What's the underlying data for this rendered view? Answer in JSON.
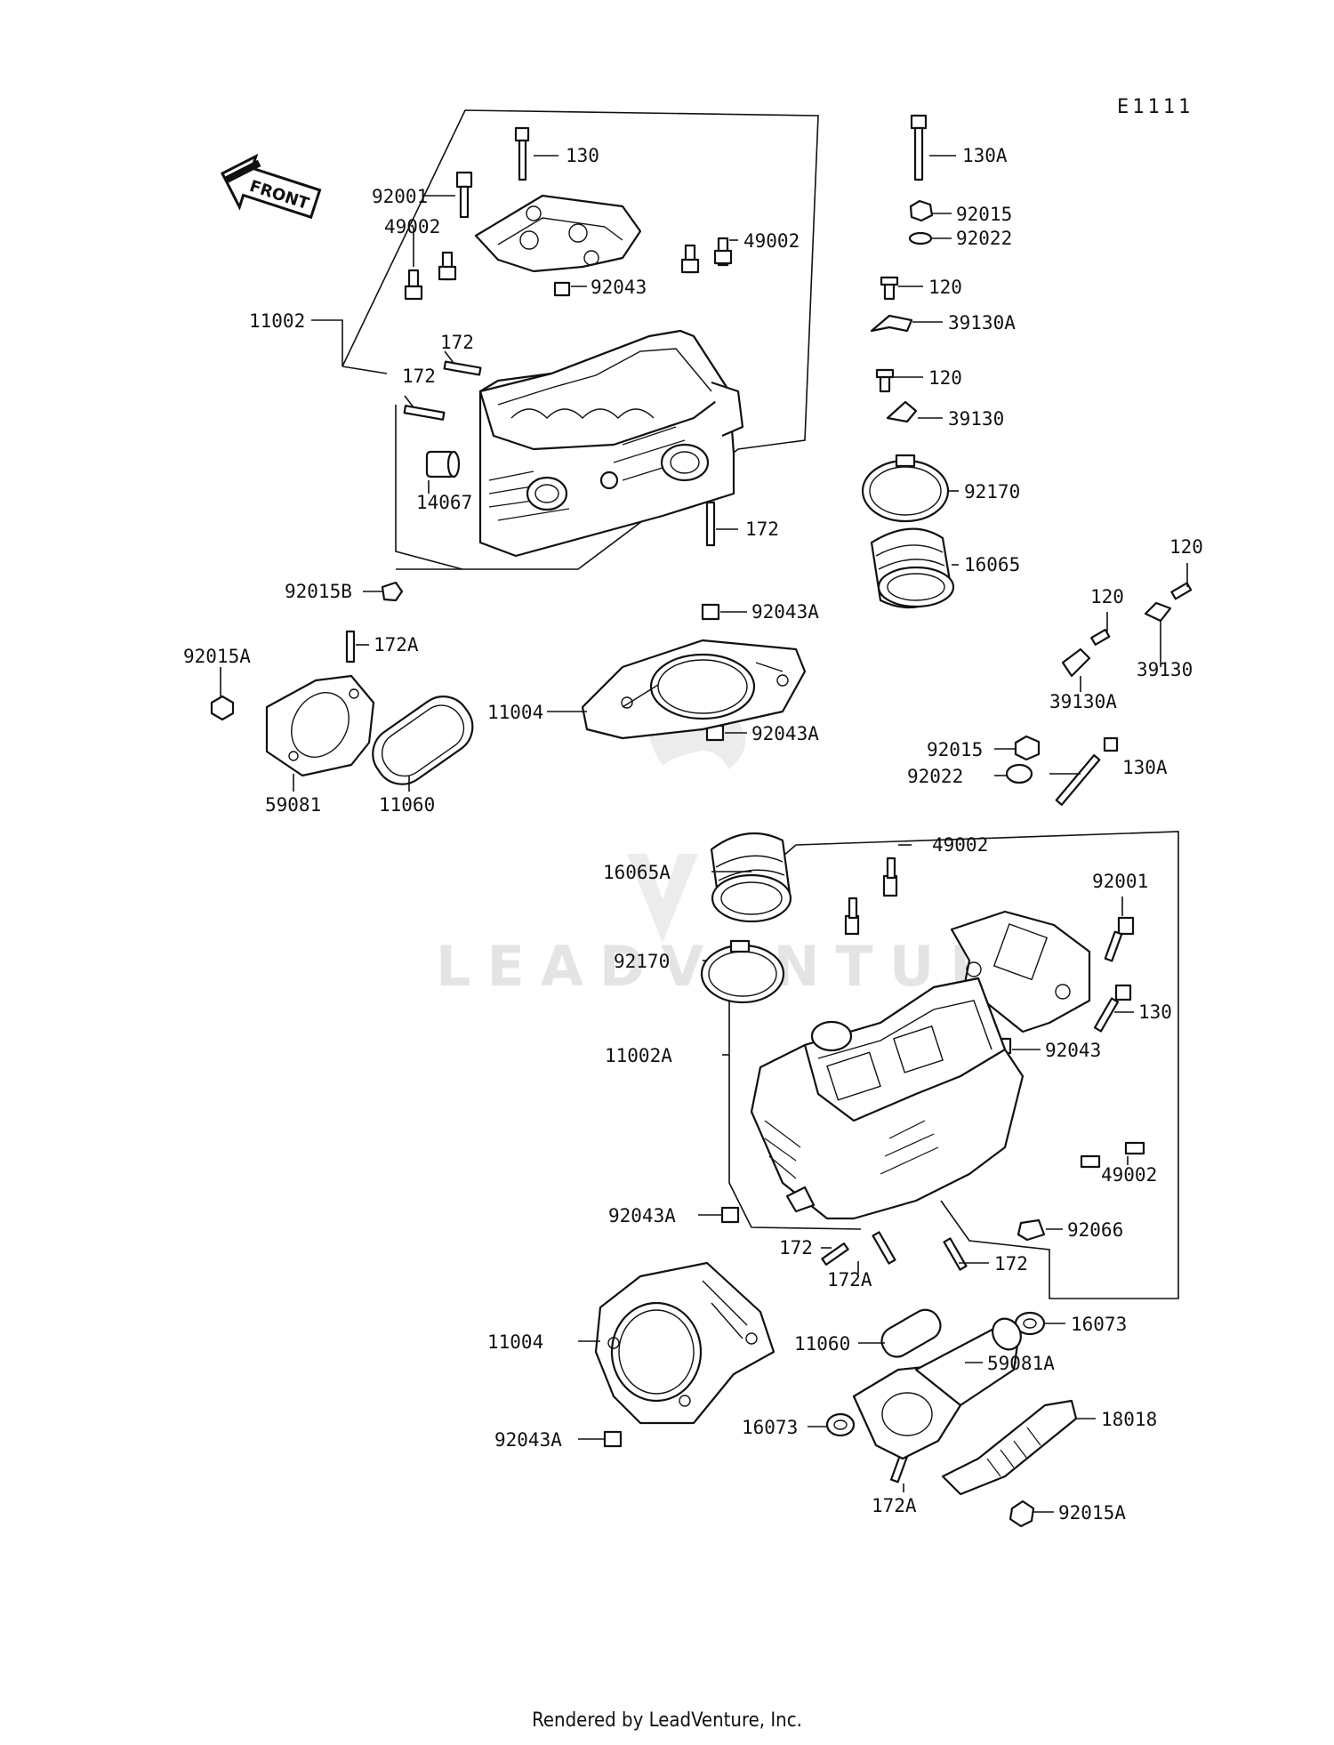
{
  "diagram_code": "E1111",
  "front_label": "FRONT",
  "watermark": "LEADVENTURE",
  "footer": "Rendered by LeadVenture, Inc.",
  "callouts": {
    "c130_top": "130",
    "c92001_top": "92001",
    "c49002_top_l": "49002",
    "c49002_top_r": "49002",
    "c92043_top": "92043",
    "c11002": "11002",
    "c172_a": "172",
    "c172_b": "172",
    "c14067": "14067",
    "c172_c": "172",
    "c92015B": "92015B",
    "c92043A_1": "92043A",
    "c172A_1": "172A",
    "c92015A_1": "92015A",
    "c11004_1": "11004",
    "c92043A_2": "92043A",
    "c59081": "59081",
    "c11060_1": "11060",
    "c130A_top": "130A",
    "c92015_top": "92015",
    "c92022_top": "92022",
    "c120_a": "120",
    "c39130A_a": "39130A",
    "c120_b": "120",
    "c39130_a": "39130",
    "c92170_1": "92170",
    "c16065": "16065",
    "c120_c": "120",
    "c120_d": "120",
    "c39130A_b": "39130A",
    "c39130_b": "39130",
    "c92015_mid": "92015",
    "c92022_mid": "92022",
    "c130A_mid": "130A",
    "c49002_mid": "49002",
    "c16065A": "16065A",
    "c92001_low": "92001",
    "c92170_2": "92170",
    "c130_low": "130",
    "c92043_low": "92043",
    "c11002A": "11002A",
    "c49002_low": "49002",
    "c92043A_3": "92043A",
    "c92066": "92066",
    "c172_d": "172",
    "c172_e": "172",
    "c172A_2": "172A",
    "c16073_a": "16073",
    "c11004_2": "11004",
    "c11060_2": "11060",
    "c59081A": "59081A",
    "c16073_b": "16073",
    "c18018": "18018",
    "c92043A_4": "92043A",
    "c172A_3": "172A",
    "c92015A_2": "92015A"
  }
}
